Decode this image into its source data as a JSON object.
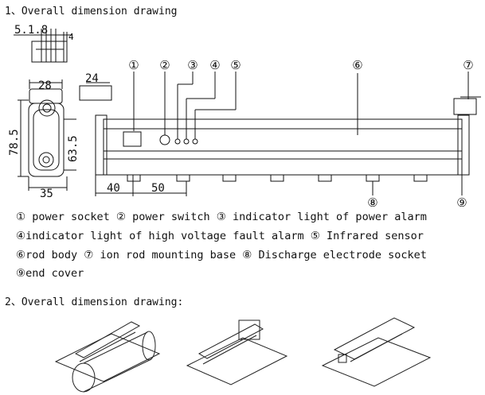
{
  "heading_1": "1、Overall  dimension  drawing",
  "heading_2": "2、Overall  dimension  drawing:",
  "dimensions": {
    "top_small": "5.1.8",
    "top_right": "4",
    "width_top": "28",
    "height_total": "78.5",
    "height_inner": "63.5",
    "width_bottom": "35",
    "bracket_width": "24",
    "offset_40": "40",
    "offset_50": "50"
  },
  "markers": [
    "①",
    "②",
    "③",
    "④",
    "⑤",
    "⑥",
    "⑦",
    "⑧",
    "⑨"
  ],
  "legend_lines": [
    "① power socket  ② power switch  ③ indicator light of power alarm",
    "④indicator light of high voltage fault alarm ⑤ Infrared sensor",
    "⑥rod body ⑦ ion rod mounting base  ⑧ Discharge electrode socket",
    "⑨end cover"
  ]
}
